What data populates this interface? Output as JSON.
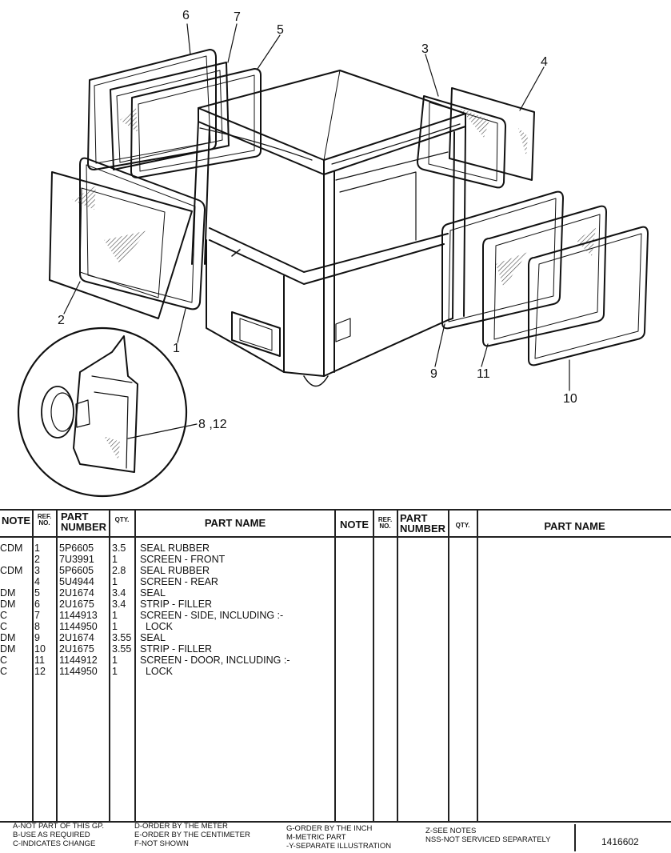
{
  "callouts": {
    "c1": "1",
    "c2": "2",
    "c3": "3",
    "c4": "4",
    "c5": "5",
    "c6": "6",
    "c7": "7",
    "c8_12": "8 ,12",
    "c9": "9",
    "c10": "10",
    "c11": "11"
  },
  "table": {
    "headers": {
      "note": "NOTE",
      "ref_line1": "REF.",
      "ref_line2": "NO.",
      "part_line1": "PART",
      "part_line2": "NUMBER",
      "qty": "QTY.",
      "part_name": "PART NAME"
    },
    "rows": [
      {
        "note": "CDM",
        "ref": "1",
        "part": "5P6605",
        "qty": "3.5",
        "name": "SEAL RUBBER"
      },
      {
        "note": "",
        "ref": "2",
        "part": "7U3991",
        "qty": "1",
        "name": "SCREEN - FRONT"
      },
      {
        "note": "CDM",
        "ref": "3",
        "part": "5P6605",
        "qty": "2.8",
        "name": "SEAL RUBBER"
      },
      {
        "note": "",
        "ref": "4",
        "part": "5U4944",
        "qty": "1",
        "name": "SCREEN - REAR"
      },
      {
        "note": "DM",
        "ref": "5",
        "part": "2U1674",
        "qty": "3.4",
        "name": "SEAL"
      },
      {
        "note": "DM",
        "ref": "6",
        "part": "2U1675",
        "qty": "3.4",
        "name": "STRIP - FILLER"
      },
      {
        "note": "C",
        "ref": "7",
        "part": "1144913",
        "qty": "1",
        "name": "SCREEN - SIDE, INCLUDING :-"
      },
      {
        "note": "C",
        "ref": "8",
        "part": "1144950",
        "qty": "1",
        "name": "  LOCK"
      },
      {
        "note": "DM",
        "ref": "9",
        "part": "2U1674",
        "qty": "3.55",
        "name": "SEAL"
      },
      {
        "note": "DM",
        "ref": "10",
        "part": "2U1675",
        "qty": "3.55",
        "name": "STRIP - FILLER"
      },
      {
        "note": "C",
        "ref": "11",
        "part": "1144912",
        "qty": "1",
        "name": "SCREEN - DOOR, INCLUDING :-"
      },
      {
        "note": "C",
        "ref": "12",
        "part": "1144950",
        "qty": "1",
        "name": "  LOCK"
      }
    ]
  },
  "legend": {
    "col1": [
      "A-NOT PART OF THIS GP.",
      "B-USE AS REQUIRED",
      "C-INDICATES CHANGE"
    ],
    "col2": [
      "D-ORDER BY THE METER",
      "E-ORDER BY THE CENTIMETER",
      "F-NOT SHOWN"
    ],
    "col3": [
      "G-ORDER BY THE INCH",
      "M-METRIC PART",
      "-Y-SEPARATE ILLUSTRATION"
    ],
    "col4": [
      "Z-SEE NOTES",
      "NSS-NOT SERVICED SEPARATELY"
    ]
  },
  "document_number": "1416602"
}
